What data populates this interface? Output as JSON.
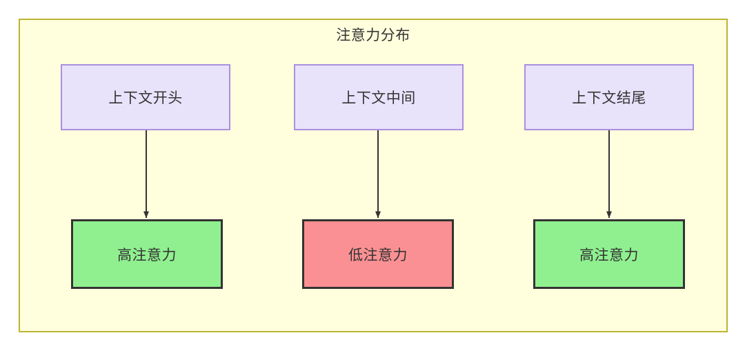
{
  "diagram": {
    "title": "注意力分布",
    "background_color": "#ffffdd",
    "border_color": "#bdb334",
    "canvas_color": "#ffffff",
    "text_color": "#333333"
  },
  "context_nodes": [
    {
      "label": "上下文开头",
      "fill": "#e8e3fb",
      "border": "#a98fe0"
    },
    {
      "label": "上下文中间",
      "fill": "#e8e3fb",
      "border": "#a98fe0"
    },
    {
      "label": "上下文结尾",
      "fill": "#e8e3fb",
      "border": "#a98fe0"
    }
  ],
  "attention_nodes": [
    {
      "label": "高注意力",
      "fill": "#90f090",
      "border": "#333333",
      "level": "high"
    },
    {
      "label": "低注意力",
      "fill": "#fa9093",
      "border": "#333333",
      "level": "low"
    },
    {
      "label": "高注意力",
      "fill": "#90f090",
      "border": "#333333",
      "level": "high"
    }
  ],
  "edges": [
    {
      "from": "上下文开头",
      "to": "高注意力"
    },
    {
      "from": "上下文中间",
      "to": "低注意力"
    },
    {
      "from": "上下文结尾",
      "to": "高注意力"
    }
  ]
}
